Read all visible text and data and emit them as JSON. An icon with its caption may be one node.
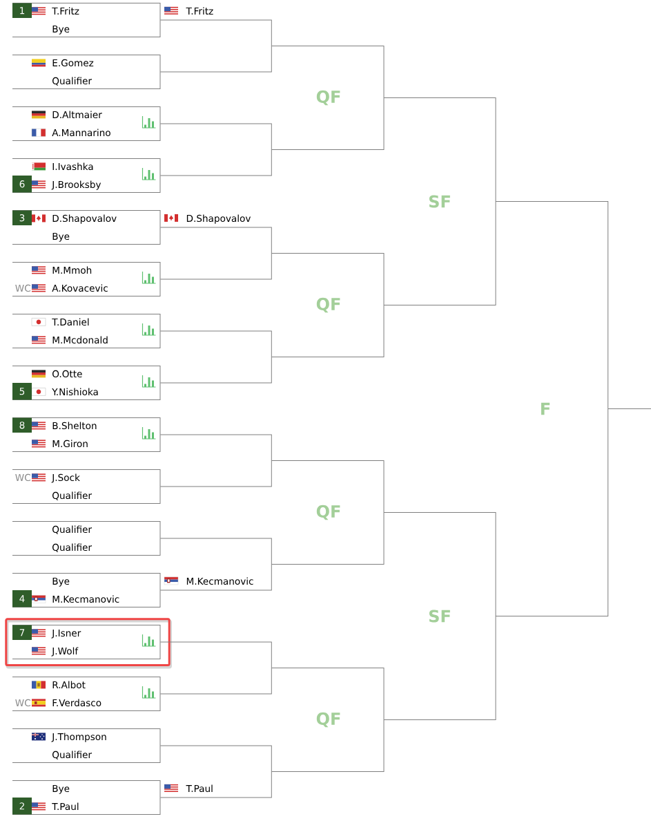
{
  "diagram": {
    "nodes": [
      {
        "text": [
          "T.Fritz",
          "Bye"
        ]
      },
      {
        "text": [
          "1"
        ],
        "in": 0
      },
      {
        "text": [
          "E.Gomez",
          "Qualifier"
        ]
      },
      {
        "text": [
          "D.Altmaier",
          "A.Mannarino"
        ]
      },
      {
        "text": [
          "I.Ivashka",
          "J.Brooksby"
        ]
      },
      {
        "text": [
          "6"
        ],
        "in": 4
      },
      {
        "text": [
          "D.Shapovalov",
          "Bye"
        ]
      },
      {
        "text": [
          "3"
        ],
        "in": 6
      },
      {
        "text": [
          "M.Mmoh",
          "WC",
          "A.Kovacevic"
        ]
      },
      {
        "text": [
          "T.Daniel",
          "M.Mcdonald"
        ]
      },
      {
        "text": [
          "O.Otte",
          "Y.Nishioka"
        ]
      },
      {
        "text": [
          "5"
        ],
        "in": 10
      },
      {
        "text": [
          "B.Shelton",
          "M.Giron"
        ]
      },
      {
        "text": [
          "8"
        ],
        "in": 12
      },
      {
        "text": [
          "WC",
          "J.Sock",
          "Qualifier"
        ]
      },
      {
        "text": [
          "Qualifier",
          "Qualifier"
        ]
      },
      {
        "text": [
          "Bye",
          "M.Kecmanovic"
        ]
      },
      {
        "text": [
          "4"
        ],
        "in": 16
      },
      {
        "text": [
          "J.Isner",
          "J.Wolf"
        ]
      },
      {
        "text": [
          "7"
        ],
        "in": 18
      },
      {
        "text": [
          "R.Albot",
          "WC",
          "F.Verdasco"
        ]
      },
      {
        "text": [
          "J.Thompson",
          "Qualifier"
        ]
      },
      {
        "text": [
          "Bye",
          "T.Paul"
        ]
      },
      {
        "text": [
          "2"
        ],
        "in": 22
      }
    ],
    "edges": [
      {
        "from": 0,
        "to": null,
        "arrow": "none",
        "label": "T.Fritz"
      },
      {
        "from": 2,
        "to": null,
        "arrow": "none"
      },
      {
        "from": 3,
        "to": null,
        "arrow": "none"
      },
      {
        "from": 4,
        "to": null,
        "arrow": "none"
      },
      {
        "from": 6,
        "to": null,
        "arrow": "none",
        "label": "D.Shapovalov"
      },
      {
        "from": 8,
        "to": null,
        "arrow": "none"
      },
      {
        "from": 9,
        "to": null,
        "arrow": "none"
      },
      {
        "from": 10,
        "to": null,
        "arrow": "none"
      },
      {
        "from": 12,
        "to": null,
        "arrow": "none"
      },
      {
        "from": 14,
        "to": null,
        "arrow": "none"
      },
      {
        "from": 15,
        "to": null,
        "arrow": "none"
      },
      {
        "from": 16,
        "to": null,
        "arrow": "none",
        "label": "M.Kecmanovic"
      },
      {
        "from": 18,
        "to": null,
        "arrow": "none"
      },
      {
        "from": 20,
        "to": null,
        "arrow": "none"
      },
      {
        "from": 21,
        "to": null,
        "arrow": "none"
      },
      {
        "from": 22,
        "to": null,
        "arrow": "none",
        "label": "T.Paul"
      }
    ],
    "labels": [
      "QF",
      "SF",
      "QF",
      "F",
      "QF",
      "SF",
      "QF"
    ]
  }
}
